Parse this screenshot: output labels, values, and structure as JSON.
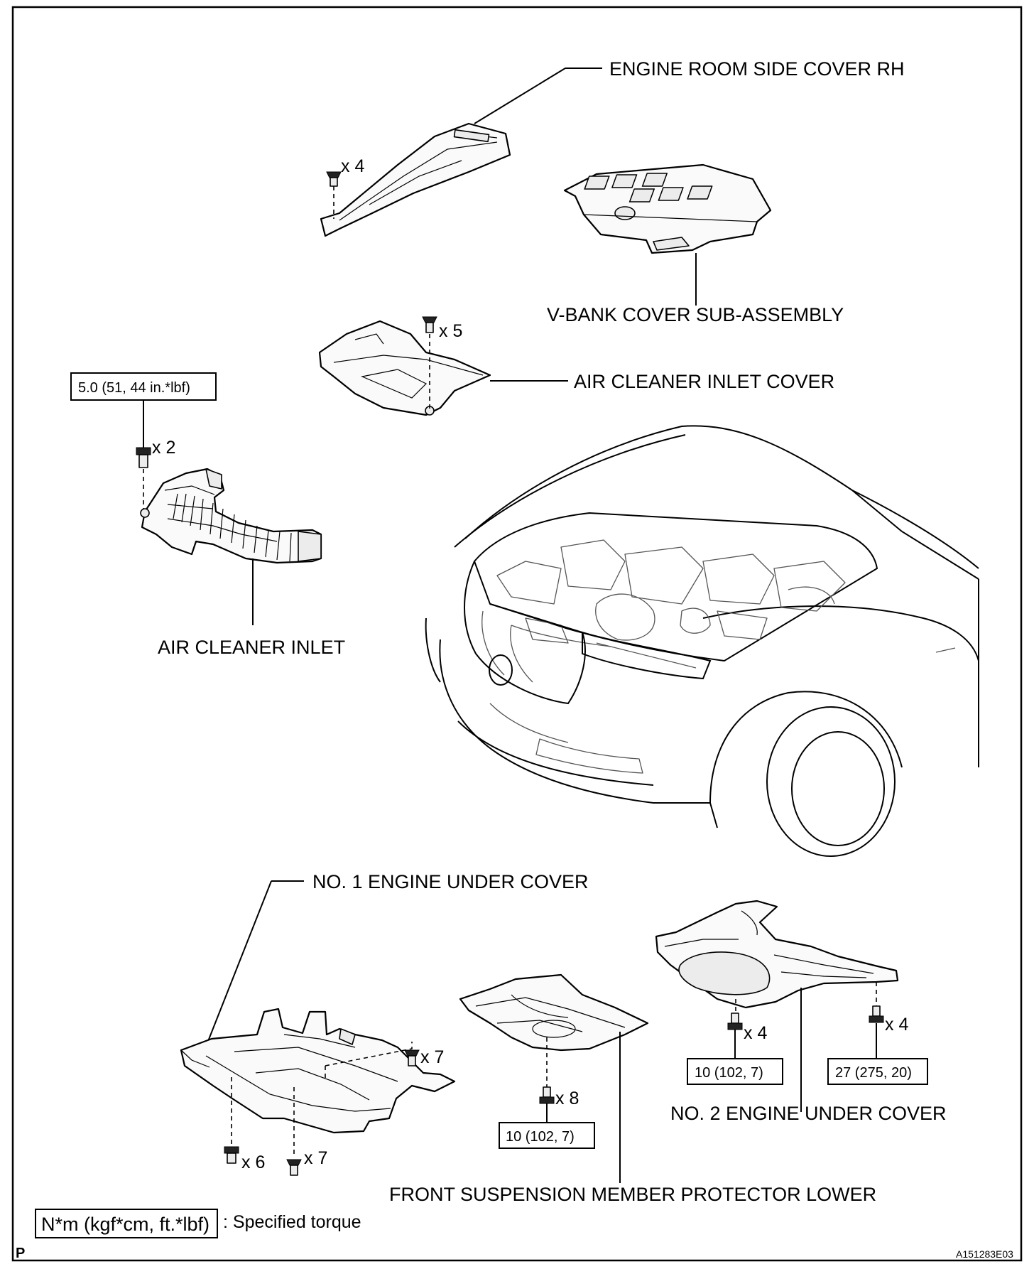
{
  "labels": {
    "engine_room_side_cover": "ENGINE ROOM SIDE COVER RH",
    "v_bank_cover": "V-BANK COVER SUB-ASSEMBLY",
    "air_cleaner_inlet_cover": "AIR CLEANER INLET COVER",
    "air_cleaner_inlet": "AIR CLEANER INLET",
    "no1_engine_under_cover": "NO. 1 ENGINE UNDER COVER",
    "no2_engine_under_cover": "NO. 2 ENGINE UNDER COVER",
    "front_suspension_protector": "FRONT SUSPENSION MEMBER PROTECTOR LOWER"
  },
  "quantities": {
    "side_cover_clips": "x 4",
    "inlet_cover_clips": "x 5",
    "air_inlet_bolts": "x 2",
    "no1_clips_right": "x 7",
    "no1_bolts": "x 6",
    "no1_clips_bottom": "x 7",
    "protector_bolts": "x 8",
    "no2_bolts_left": "x 4",
    "no2_bolts_right": "x 4"
  },
  "torques": {
    "air_inlet": "5.0 (51, 44 in.*lbf)",
    "protector": "10 (102, 7)",
    "no2_left": "10 (102, 7)",
    "no2_right": "27 (275, 20)"
  },
  "legend": {
    "unit_box": "N*m (kgf*cm, ft.*lbf)",
    "description": ": Specified torque"
  },
  "footer": {
    "page_mark": "P",
    "figure_code": "A151283E03"
  }
}
